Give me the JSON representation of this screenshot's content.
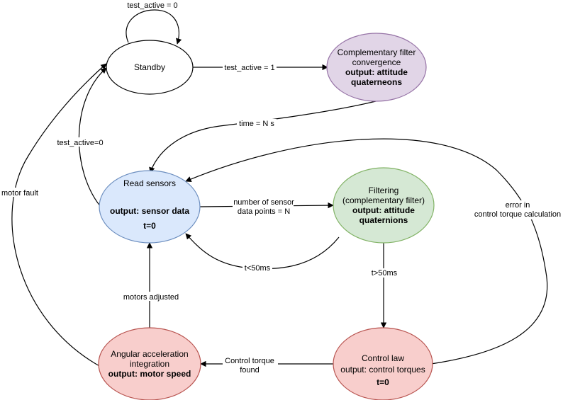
{
  "nodes": {
    "standby": {
      "lines": [
        "Standby"
      ],
      "bold": [],
      "fill": "#ffffff",
      "stroke": "#000000"
    },
    "convergence": {
      "lines": [
        "Complementary filter",
        "convergence"
      ],
      "bold": [
        "output: attitude",
        "quaterneons"
      ],
      "fill": "#e1d5e7",
      "stroke": "#9673a6"
    },
    "read_sensors": {
      "lines": [
        "Read sensors"
      ],
      "bold": [
        "output: sensor data",
        "t=0"
      ],
      "fill": "#dae8fc",
      "stroke": "#6c8ebf"
    },
    "filtering": {
      "lines": [
        "Filtering",
        "(complementary filter)"
      ],
      "bold": [
        "output: attitude",
        "quaternions"
      ],
      "fill": "#d5e8d4",
      "stroke": "#82b366"
    },
    "control_law": {
      "lines": [
        "Control law",
        "output: control torques"
      ],
      "bold": [
        "t=0"
      ],
      "fill": "#f8cecc",
      "stroke": "#b85450"
    },
    "angular": {
      "lines": [
        "Angular acceleration",
        "integration"
      ],
      "bold": [
        "output: motor speed"
      ],
      "fill": "#f8cecc",
      "stroke": "#b85450"
    }
  },
  "edges": {
    "standby_self": "test_active = 0",
    "standby_to_convergence": "test_active = 1",
    "convergence_to_read": "time = N s",
    "read_to_standby": "test_active=0",
    "motor_fault": "motor fault",
    "read_to_filtering": [
      "number of sensor",
      "data points = N"
    ],
    "filtering_to_read": "t<50ms",
    "filtering_to_control": "t>50ms",
    "control_error": [
      "error in",
      "control torque calculation"
    ],
    "control_to_angular": [
      "Control torque",
      "found"
    ],
    "angular_to_read": "motors adjusted"
  }
}
